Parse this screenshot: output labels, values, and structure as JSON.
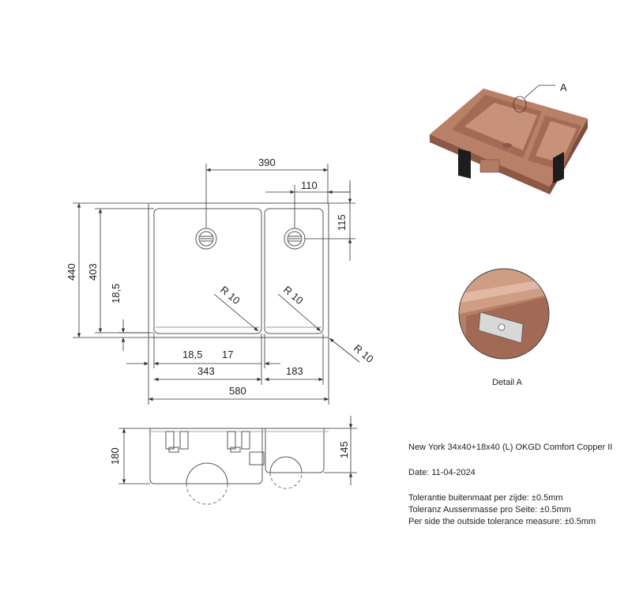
{
  "dimensions": {
    "overall_width": "390",
    "small_bowl_width": "110",
    "small_bowl_waste_offset": "115",
    "overall_depth": "440",
    "inner_depth": "403",
    "left_margin_vertical": "18,5",
    "radius_left": "R 10",
    "radius_right": "R 10",
    "radius_corner": "R 10",
    "left_margin": "18,5",
    "divider": "17",
    "large_bowl": "343",
    "small_bowl": "183",
    "total_length": "580",
    "side_height": "180",
    "side_bowl_height": "145"
  },
  "callouts": {
    "detail_marker": "A",
    "detail_caption": "Detail A"
  },
  "notes": {
    "product": "New York 34x40+18x40 (L) OKGD Comfort Copper II",
    "date": "Date: 11-04-2024",
    "tolerance_nl": "Tolerantie buitenmaat per zijde: ±0.5mm",
    "tolerance_de": "Toleranz Aussenmasse pro Seite: ±0.5mm",
    "tolerance_en": "Per side the outside tolerance measure: ±0.5mm"
  },
  "colors": {
    "copper_light": "#c89a82",
    "copper_mid": "#b07c66",
    "copper_dark": "#8a5a48",
    "line": "#333333",
    "outline": "#555555"
  }
}
